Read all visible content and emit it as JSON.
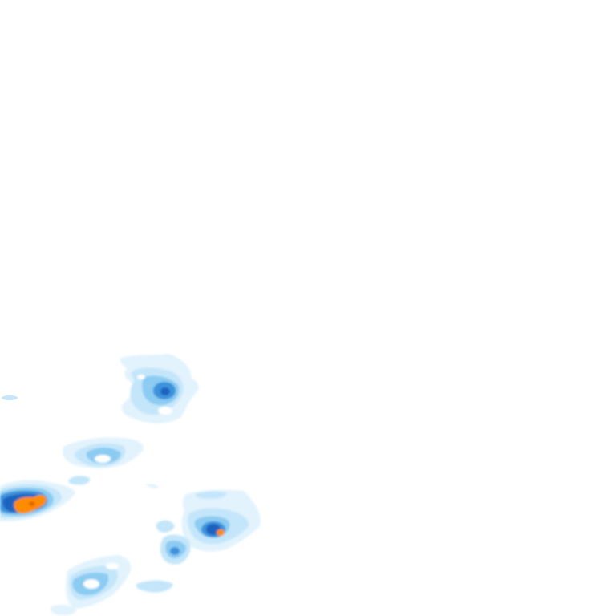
{
  "map": {
    "kind": "precipitation-radar-tile",
    "background_color": "#ffffff",
    "intensity_colors": {
      "trace": "#e2f3fd",
      "very-light": "#c4e6fa",
      "light": "#8ccbf2",
      "moderate": "#3e93db",
      "heavy": "#1e64c0",
      "very-heavy": "#ff8c00",
      "extreme": "#e06600"
    },
    "cells": [
      {
        "id": "cell-north",
        "peak_level": "heavy"
      },
      {
        "id": "cell-west-band",
        "peak_level": "light"
      },
      {
        "id": "cell-southwest-core",
        "peak_level": "very-heavy"
      },
      {
        "id": "cell-southeast-core",
        "peak_level": "very-heavy"
      },
      {
        "id": "cell-south-ring",
        "peak_level": "light"
      },
      {
        "id": "cell-south-small",
        "peak_level": "moderate"
      },
      {
        "id": "cell-far-west-fleck",
        "peak_level": "light"
      }
    ]
  }
}
